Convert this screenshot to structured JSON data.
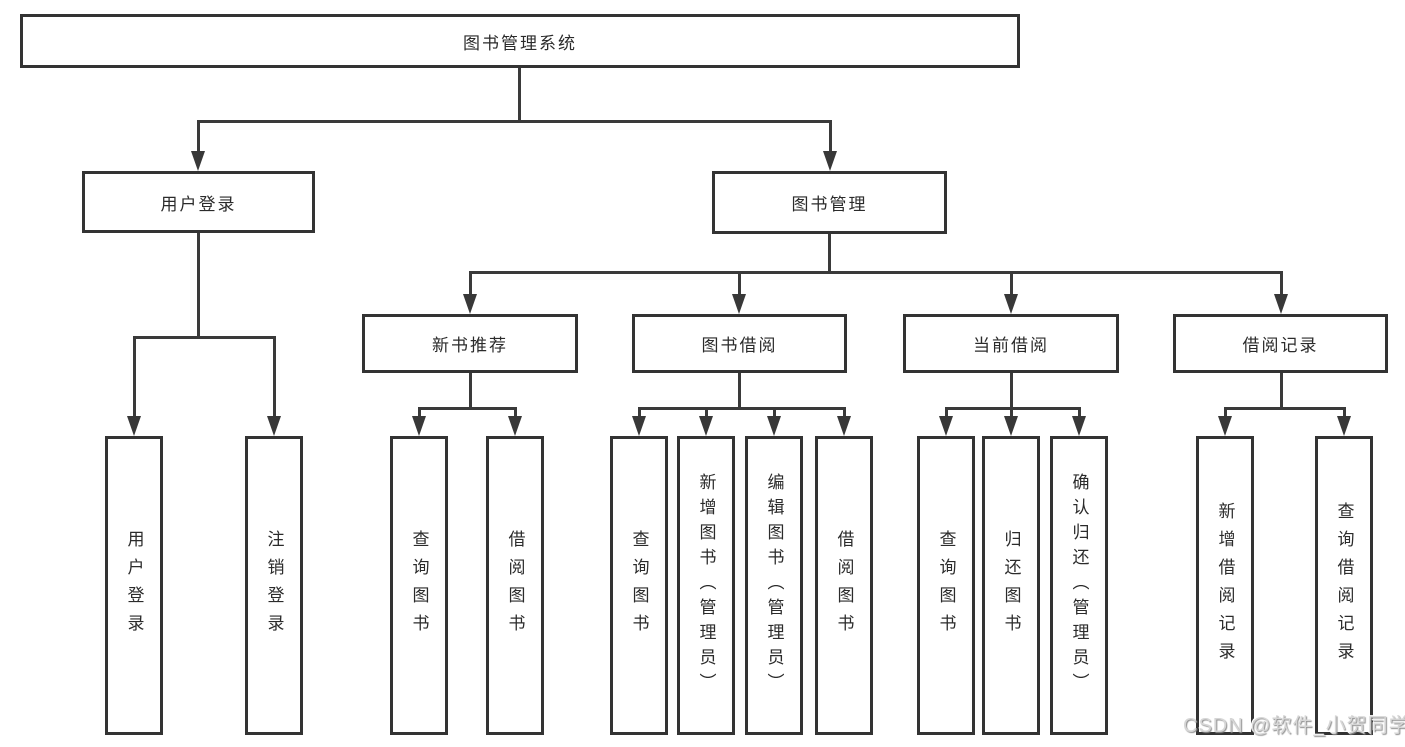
{
  "diagram_type": "hierarchy-tree",
  "tree": {
    "label": "图书管理系统",
    "children": [
      {
        "label": "用户登录",
        "children": [
          {
            "label": "用户登录"
          },
          {
            "label": "注销登录"
          }
        ]
      },
      {
        "label": "图书管理",
        "children": [
          {
            "label": "新书推荐",
            "children": [
              {
                "label": "查询图书"
              },
              {
                "label": "借阅图书"
              }
            ]
          },
          {
            "label": "图书借阅",
            "children": [
              {
                "label": "查询图书"
              },
              {
                "label": "新增图书（管理员）"
              },
              {
                "label": "编辑图书（管理员）"
              },
              {
                "label": "借阅图书"
              }
            ]
          },
          {
            "label": "当前借阅",
            "children": [
              {
                "label": "查询图书"
              },
              {
                "label": "归还图书"
              },
              {
                "label": "确认归还（管理员）"
              }
            ]
          },
          {
            "label": "借阅记录",
            "children": [
              {
                "label": "新增借阅记录"
              },
              {
                "label": "查询借阅记录"
              }
            ]
          }
        ]
      }
    ]
  },
  "colors": {
    "line": "#3a3a3a",
    "border": "#333333",
    "text": "#2b2b2b",
    "background": "#ffffff"
  },
  "watermark": {
    "text": "CSDN @软件_小贺同学"
  }
}
